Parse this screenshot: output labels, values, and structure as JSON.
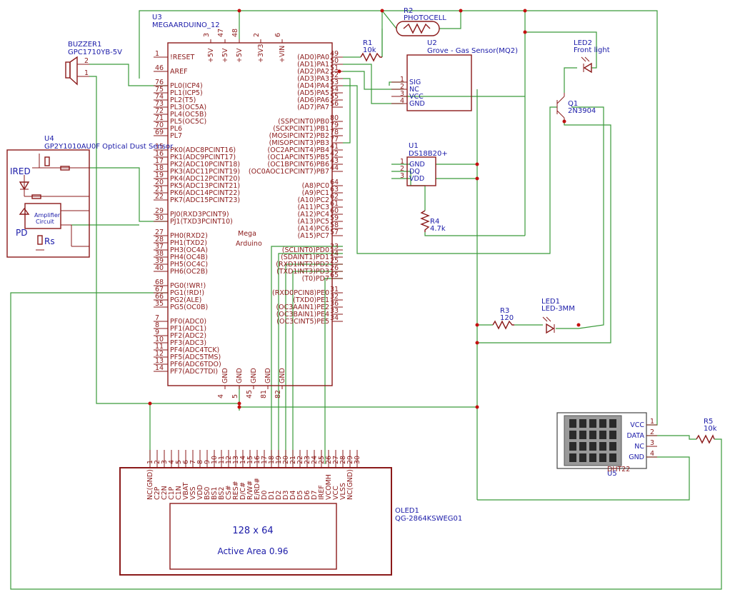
{
  "u3": {
    "ref": "U3",
    "part": "MEGAARDUINO_12",
    "center1": "Mega",
    "center2": "Arduino",
    "top_pins": [
      {
        "num": "3",
        "name": "+5V"
      },
      {
        "num": "47",
        "name": "+5V"
      },
      {
        "num": "48",
        "name": "+5V"
      },
      {
        "num": "2",
        "name": "+3V3"
      },
      {
        "num": "6",
        "name": "+VIN"
      }
    ],
    "bottom_pins": [
      {
        "num": "4",
        "name": "GND"
      },
      {
        "num": "5",
        "name": "GND"
      },
      {
        "num": "45",
        "name": "GND"
      },
      {
        "num": "81",
        "name": "GND"
      },
      {
        "num": "82",
        "name": "GND"
      }
    ],
    "left_pins": [
      {
        "num": "1",
        "name": "!RESET"
      },
      {
        "num": "46",
        "name": "AREF"
      },
      {
        "num": "76",
        "name": "PL0(ICP4)"
      },
      {
        "num": "75",
        "name": "PL1(ICP5)"
      },
      {
        "num": "74",
        "name": "PL2(T5)"
      },
      {
        "num": "73",
        "name": "PL3(OC5A)"
      },
      {
        "num": "72",
        "name": "PL4(OC5B)"
      },
      {
        "num": "71",
        "name": "PL5(OC5C)"
      },
      {
        "num": "70",
        "name": "PL6"
      },
      {
        "num": "69",
        "name": "PL7"
      },
      {
        "num": "15",
        "name": "PK0(ADC8PCINT16)"
      },
      {
        "num": "16",
        "name": "PK1(ADC9PCINT17)"
      },
      {
        "num": "17",
        "name": "PK2(ADC10PCINT18)"
      },
      {
        "num": "18",
        "name": "PK3(ADC11PCINT19)"
      },
      {
        "num": "19",
        "name": "PK4(ADC12PCINT20)"
      },
      {
        "num": "20",
        "name": "PK5(ADC13PCINT21)"
      },
      {
        "num": "21",
        "name": "PK6(ADC14PCINT22)"
      },
      {
        "num": "22",
        "name": "PK7(ADC15PCINT23)"
      },
      {
        "num": "29",
        "name": "PJ0(RXD3PCINT9)"
      },
      {
        "num": "30",
        "name": "PJ1(TXD3PCINT10)"
      },
      {
        "num": "27",
        "name": "PH0(RXD2)"
      },
      {
        "num": "28",
        "name": "PH1(TXD2)"
      },
      {
        "num": "37",
        "name": "PH3(OC4A)"
      },
      {
        "num": "38",
        "name": "PH4(OC4B)"
      },
      {
        "num": "39",
        "name": "PH5(OC4C)"
      },
      {
        "num": "40",
        "name": "PH6(OC2B)"
      },
      {
        "num": "68",
        "name": "PG0(!WR!)"
      },
      {
        "num": "67",
        "name": "PG1(!RD!)"
      },
      {
        "num": "66",
        "name": "PG2(ALE)"
      },
      {
        "num": "35",
        "name": "PG5(OC0B)"
      },
      {
        "num": "7",
        "name": "PF0(ADC0)"
      },
      {
        "num": "8",
        "name": "PF1(ADC1)"
      },
      {
        "num": "9",
        "name": "PF2(ADC2)"
      },
      {
        "num": "10",
        "name": "PF3(ADC3)"
      },
      {
        "num": "11",
        "name": "PF4(ADC4TCK)"
      },
      {
        "num": "12",
        "name": "PF5(ADC5TMS)"
      },
      {
        "num": "13",
        "name": "PF6(ADC6TDO)"
      },
      {
        "num": "14",
        "name": "PF7(ADC7TDI)"
      }
    ],
    "right_pins": [
      {
        "num": "49",
        "name": "(AD0)PA0"
      },
      {
        "num": "50",
        "name": "(AD1)PA1"
      },
      {
        "num": "51",
        "name": "(AD2)PA2"
      },
      {
        "num": "52",
        "name": "(AD3)PA3"
      },
      {
        "num": "53",
        "name": "(AD4)PA4"
      },
      {
        "num": "54",
        "name": "(AD5)PA5"
      },
      {
        "num": "55",
        "name": "(AD6)PA6"
      },
      {
        "num": "56",
        "name": "(AD7)PA7"
      },
      {
        "num": "80",
        "name": "(SSPCINT0)PB0"
      },
      {
        "num": "79",
        "name": "(SCKPCINT1)PB1"
      },
      {
        "num": "78",
        "name": "(MOSIPCINT2)PB2"
      },
      {
        "num": "77",
        "name": "(MISOPCINT3)PB3"
      },
      {
        "num": "41",
        "name": "(OC2APCINT4)PB4"
      },
      {
        "num": "42",
        "name": "(OC1APCINT5)PB5"
      },
      {
        "num": "43",
        "name": "(OC1BPCINT6)PB6"
      },
      {
        "num": "44",
        "name": "(OC0AOC1CPCINT7)PB7"
      },
      {
        "num": "64",
        "name": "(A8)PC0"
      },
      {
        "num": "63",
        "name": "(A9)PC1"
      },
      {
        "num": "62",
        "name": "(A10)PC2"
      },
      {
        "num": "61",
        "name": "(A11)PC3"
      },
      {
        "num": "60",
        "name": "(A12)PC4"
      },
      {
        "num": "59",
        "name": "(A13)PC5"
      },
      {
        "num": "58",
        "name": "(A14)PC6"
      },
      {
        "num": "57",
        "name": "(A15)PC7"
      },
      {
        "num": "23",
        "name": "(SCLINT0)PD0"
      },
      {
        "num": "24",
        "name": "(SDAINT1)PD1"
      },
      {
        "num": "25",
        "name": "(RXD1INT2)PD2"
      },
      {
        "num": "26",
        "name": "(TXD1INT3)PD3"
      },
      {
        "num": "65",
        "name": "(T0)PD7"
      },
      {
        "num": "31",
        "name": "(RXD0PCIN8)PE0"
      },
      {
        "num": "32",
        "name": "(TXD0)PE1"
      },
      {
        "num": "36",
        "name": "(OC3AAIN1)PE2"
      },
      {
        "num": "33",
        "name": "(OC3BAIN1)PE4"
      },
      {
        "num": "34",
        "name": "(OC3CINT5)PE5"
      }
    ]
  },
  "buzzer": {
    "ref": "BUZZER1",
    "part": "GPC1710YB-5V",
    "pin1": "1",
    "pin2": "2"
  },
  "u4": {
    "ref": "U4",
    "part": "GP2Y1010AU0F Optical Dust Sensor",
    "ired": "IRED",
    "pd": "PD",
    "rs": "Rs",
    "amp1": "Amplifier",
    "amp2": "Circuit"
  },
  "r2": {
    "ref": "R2",
    "part": "PHOTOCELL"
  },
  "r1": {
    "ref": "R1",
    "value": "10k"
  },
  "u2": {
    "ref": "U2",
    "part": "Grove - Gas Sensor(MQ2)",
    "pins": [
      {
        "num": "1",
        "name": "SIG"
      },
      {
        "num": "2",
        "name": "NC"
      },
      {
        "num": "3",
        "name": "VCC"
      },
      {
        "num": "4",
        "name": "GND"
      }
    ]
  },
  "led2": {
    "ref": "LED2",
    "part": "Front light"
  },
  "q1": {
    "ref": "Q1",
    "part": "2N3904"
  },
  "u1": {
    "ref": "U1",
    "part": "DS18B20+",
    "pins": [
      {
        "num": "1",
        "name": "GND"
      },
      {
        "num": "2",
        "name": "DQ"
      },
      {
        "num": "3",
        "name": "VDD"
      }
    ]
  },
  "r4": {
    "ref": "R4",
    "value": "4.7k"
  },
  "r3": {
    "ref": "R3",
    "value": "120"
  },
  "led1": {
    "ref": "LED1",
    "part": "LED-3MM"
  },
  "u5": {
    "ref": "U5",
    "part": "DHT22",
    "pins": [
      {
        "num": "1",
        "name": "VCC"
      },
      {
        "num": "2",
        "name": "DATA"
      },
      {
        "num": "3",
        "name": "NC"
      },
      {
        "num": "4",
        "name": "GND"
      }
    ]
  },
  "r5": {
    "ref": "R5",
    "value": "10k"
  },
  "oled": {
    "ref": "OLED1",
    "part": "QG-2864KSWEG01",
    "line1": "128 x 64",
    "line2": "Active Area 0.96",
    "pins": [
      {
        "num": "1",
        "name": "NC(GND)"
      },
      {
        "num": "2",
        "name": "C2P"
      },
      {
        "num": "3",
        "name": "C2N"
      },
      {
        "num": "4",
        "name": "C1P"
      },
      {
        "num": "5",
        "name": "C1N"
      },
      {
        "num": "6",
        "name": "VBAT"
      },
      {
        "num": "7",
        "name": "VSS"
      },
      {
        "num": "8",
        "name": "VDD"
      },
      {
        "num": "9",
        "name": "BS0"
      },
      {
        "num": "10",
        "name": "BS1"
      },
      {
        "num": "11",
        "name": "BS2"
      },
      {
        "num": "12",
        "name": "CS#"
      },
      {
        "num": "13",
        "name": "RES#"
      },
      {
        "num": "14",
        "name": "D/C#"
      },
      {
        "num": "15",
        "name": "R/W#"
      },
      {
        "num": "16",
        "name": "E/RD#"
      },
      {
        "num": "17",
        "name": "D0"
      },
      {
        "num": "18",
        "name": "D1"
      },
      {
        "num": "19",
        "name": "D2"
      },
      {
        "num": "20",
        "name": "D3"
      },
      {
        "num": "21",
        "name": "D4"
      },
      {
        "num": "22",
        "name": "D5"
      },
      {
        "num": "23",
        "name": "D6"
      },
      {
        "num": "24",
        "name": "D7"
      },
      {
        "num": "25",
        "name": "IREF"
      },
      {
        "num": "26",
        "name": "VCOMH"
      },
      {
        "num": "27",
        "name": "VCC"
      },
      {
        "num": "28",
        "name": "VLSS"
      },
      {
        "num": "29",
        "name": "NC(GND)"
      },
      {
        "num": "30",
        "name": ""
      }
    ]
  },
  "colors": {
    "wire": "#3a9a3a",
    "symbol": "#8b1a1a",
    "label": "#1a1aa8",
    "junction": "#c41010"
  }
}
